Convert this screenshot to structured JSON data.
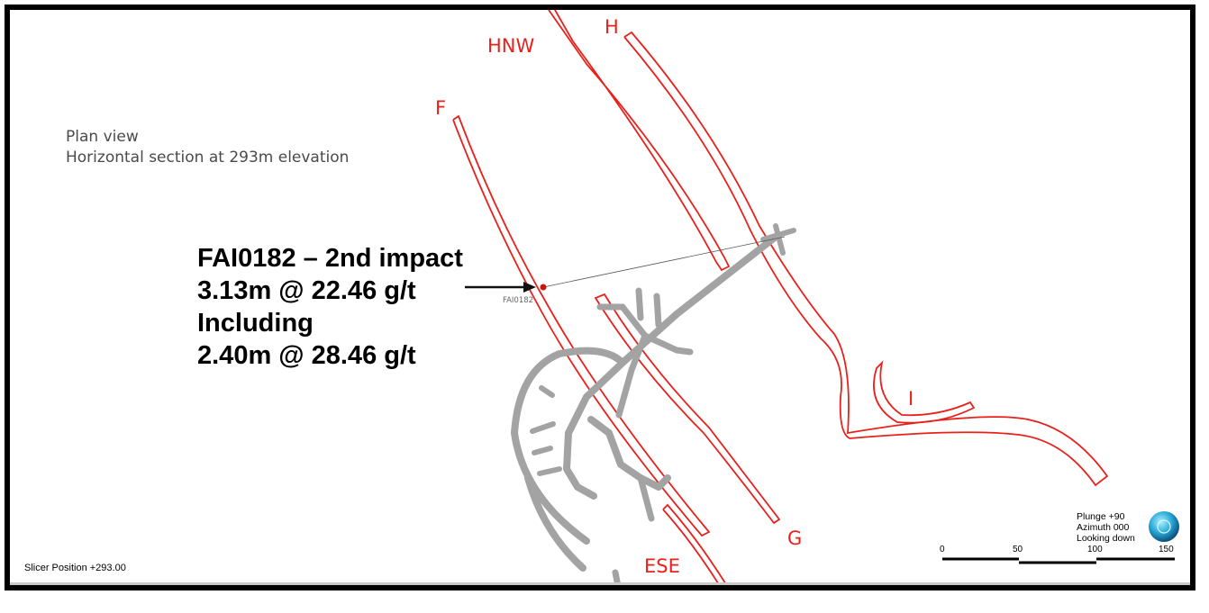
{
  "view": {
    "title": "Plan view",
    "subtitle": "Horizontal section at 293m elevation"
  },
  "drillhole": {
    "id": "FAI0182",
    "result_lines": [
      "FAI0182 – 2nd impact",
      "3.13m @ 22.46 g/t",
      "Including",
      "2.40m @ 28.46 g/t"
    ]
  },
  "fault_labels": {
    "hnw": "HNW",
    "h": "H",
    "f": "F",
    "i": "I",
    "g": "G",
    "ese": "ESE"
  },
  "slicer": "Slicer Position +293.00",
  "orientation": {
    "plunge": "Plunge +90",
    "azimuth": "Azimuth 000",
    "looking": "Looking down"
  },
  "scale_bar": {
    "ticks": [
      "0",
      "50",
      "100",
      "150"
    ]
  },
  "colors": {
    "fault": "#e8211c",
    "workings": "#a3a3a3",
    "frame": "#000000"
  }
}
